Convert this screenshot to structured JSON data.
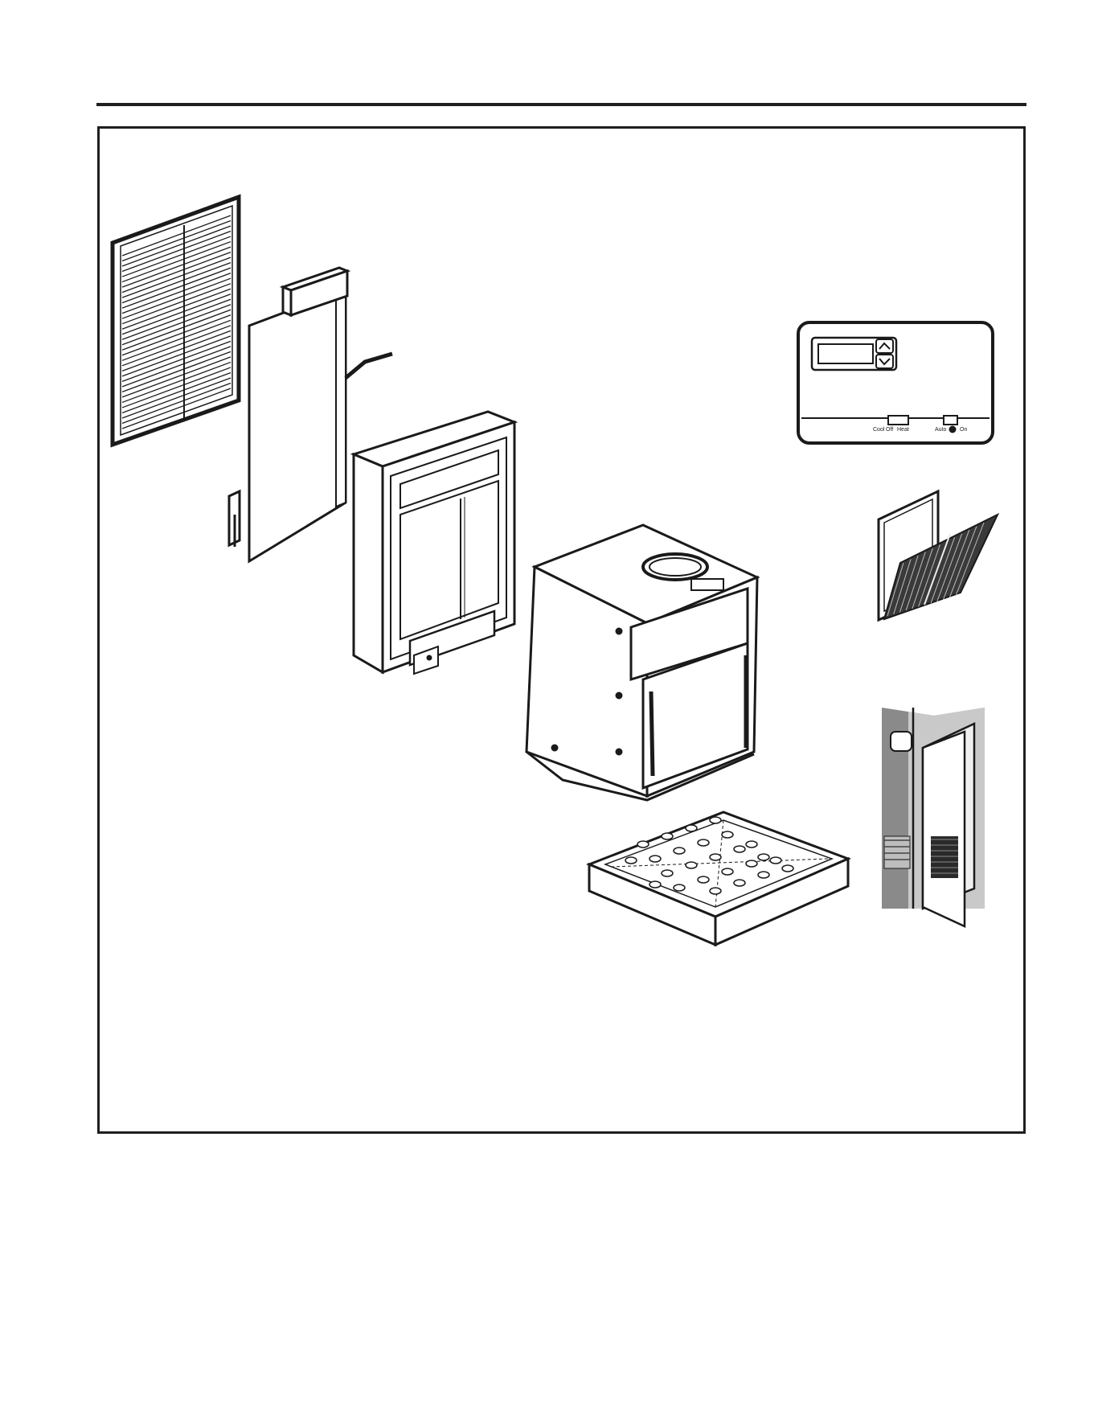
{
  "thermostat": {
    "mode_labels": [
      "Cool",
      "Off",
      "Heat"
    ],
    "fan_labels": [
      "Auto",
      "On"
    ]
  },
  "colors": {
    "line": "#1a1a1a",
    "panel": "#f2f2f2",
    "wall": "#8a8a8a",
    "screen": "#3a3a3a"
  }
}
